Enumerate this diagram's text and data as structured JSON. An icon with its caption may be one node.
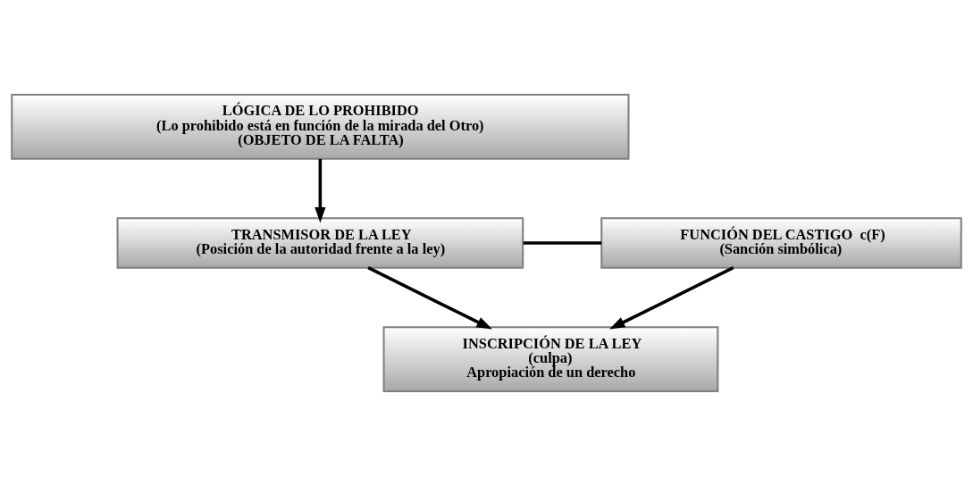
{
  "diagram": {
    "nodes": [
      {
        "text": [
          "LÓGICA DE LO PROHIBIDO",
          "(Lo prohibido está en función de la mirada del Otro)",
          "(OBJETO DE LA FALTA)"
        ]
      },
      {
        "text": [
          "TRANSMISOR DE LA LEY",
          "(Posición de la autoridad frente a la ley)"
        ]
      },
      {
        "text": [
          "FUNCIÓN DEL CASTIGO  c(F)",
          "(Sanción simbólica)"
        ]
      },
      {
        "text": [
          "INSCRIPCIÓN DE LA LEY",
          "(culpa)",
          "Apropiación de un derecho"
        ]
      }
    ],
    "edges": [
      {
        "from": 0,
        "to": 1,
        "arrow": "to"
      },
      {
        "from": 1,
        "to": 2,
        "arrow": "none"
      },
      {
        "from": 1,
        "to": 3,
        "arrow": "to"
      },
      {
        "from": 2,
        "to": 3,
        "arrow": "to"
      }
    ]
  }
}
